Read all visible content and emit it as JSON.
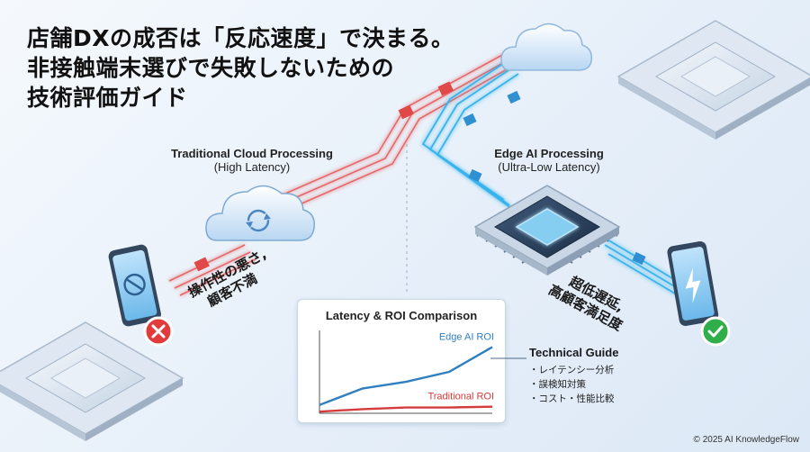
{
  "title_lines": [
    "店舗DXの成否は「反応速度」で決まる。",
    "非接触端末選びで失敗しないための",
    "技術評価ガイド"
  ],
  "cloud_section": {
    "title": "Traditional Cloud Processing",
    "subtitle": "(High Latency)"
  },
  "edge_section": {
    "title": "Edge AI Processing",
    "subtitle": "(Ultra-Low Latency)"
  },
  "cloud_outcome_lines": [
    "操作性の悪さ,",
    "顧客不満"
  ],
  "edge_outcome_lines": [
    "超低遅延,",
    "高顧客満足度"
  ],
  "chart_data": {
    "type": "line",
    "title": "Latency & ROI Comparison",
    "series": [
      {
        "name": "Edge AI ROI",
        "color": "#2f7fc0",
        "values": [
          0.1,
          0.3,
          0.38,
          0.5,
          0.8
        ]
      },
      {
        "name": "Traditional ROI",
        "color": "#d43c3c",
        "values": [
          0.02,
          0.05,
          0.07,
          0.07,
          0.08
        ]
      }
    ],
    "x": [
      0,
      1,
      2,
      3,
      4
    ],
    "ylim": [
      0,
      1
    ]
  },
  "guide": {
    "title": "Technical Guide",
    "items": [
      "レイテンシー分析",
      "誤検知対策",
      "コスト・性能比較"
    ]
  },
  "colors": {
    "latency_red": "#e65a5a",
    "edge_blue": "#38b4ec",
    "fail": "#e23b3b",
    "success": "#2fae4a"
  },
  "icons": [
    "cloud-sync-icon",
    "cloud-icon",
    "ai-chip-icon",
    "processor-chip-icon",
    "smartphone-icon",
    "error-icon",
    "success-icon",
    "lightning-icon",
    "data-packet-icon"
  ],
  "copyright": "© 2025 AI KnowledgeFlow"
}
